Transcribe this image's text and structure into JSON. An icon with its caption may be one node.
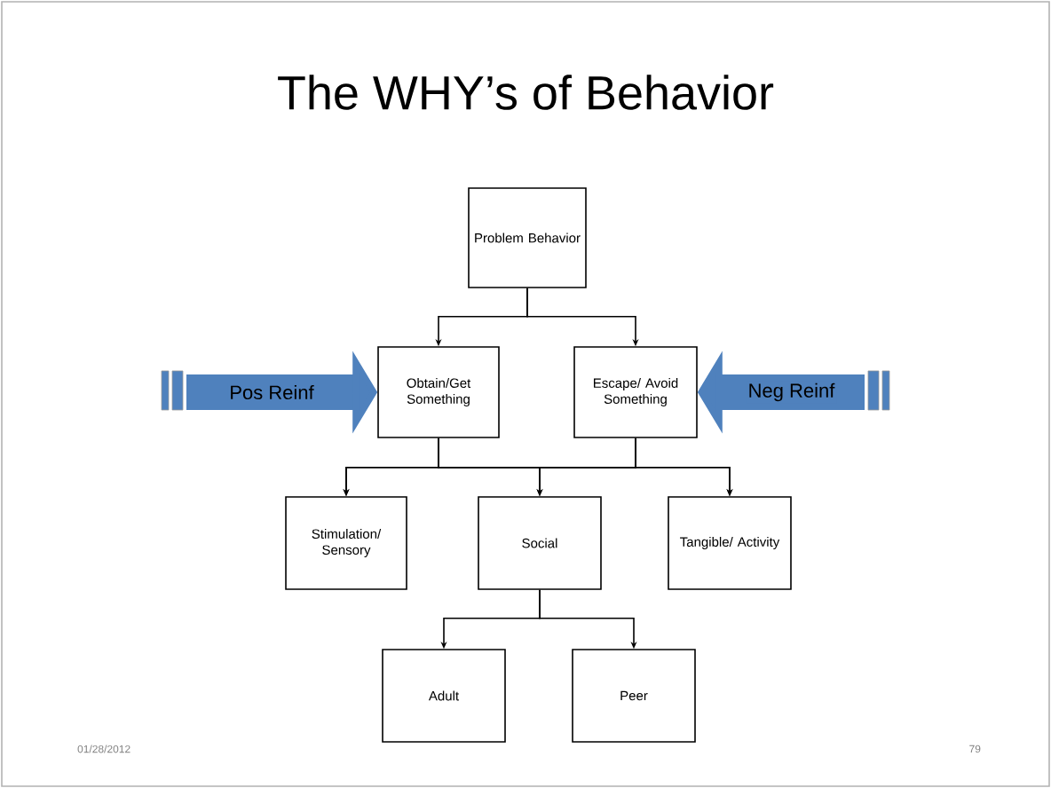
{
  "diagram": {
    "title": "The WHY’s of Behavior",
    "nodes": [
      {
        "text": [
          "Problem Behavior"
        ]
      },
      {
        "text": [
          "Obtain/Get Something"
        ]
      },
      {
        "text": [
          "Escape/ Avoid Something"
        ]
      },
      {
        "text": [
          "Stimulation/ Sensory"
        ]
      },
      {
        "text": [
          "Social"
        ]
      },
      {
        "text": [
          "Tangible/ Activity"
        ]
      },
      {
        "text": [
          "Adult"
        ]
      },
      {
        "text": [
          "Peer"
        ]
      }
    ],
    "edges": [
      {
        "from": 0,
        "to": 1,
        "arrow": "to"
      },
      {
        "from": 0,
        "to": 2,
        "arrow": "to"
      },
      {
        "from": 1,
        "to": 3,
        "arrow": "to"
      },
      {
        "from": 1,
        "to": 4,
        "arrow": "to"
      },
      {
        "from": 1,
        "to": 5,
        "arrow": "to"
      },
      {
        "from": 2,
        "to": 3,
        "arrow": "to"
      },
      {
        "from": 2,
        "to": 4,
        "arrow": "to"
      },
      {
        "from": 2,
        "to": 5,
        "arrow": "to"
      },
      {
        "from": 4,
        "to": 6,
        "arrow": "to"
      },
      {
        "from": 4,
        "to": 7,
        "arrow": "to"
      },
      {
        "from": null,
        "to": 1,
        "arrow": "to",
        "label": "Pos Reinf",
        "style": "thick",
        "color": "#4f81bd"
      },
      {
        "from": null,
        "to": 2,
        "arrow": "to",
        "label": "Neg Reinf",
        "style": "thick",
        "color": "#4f81bd"
      }
    ],
    "labels": [
      "01/28/2012",
      "79"
    ]
  }
}
